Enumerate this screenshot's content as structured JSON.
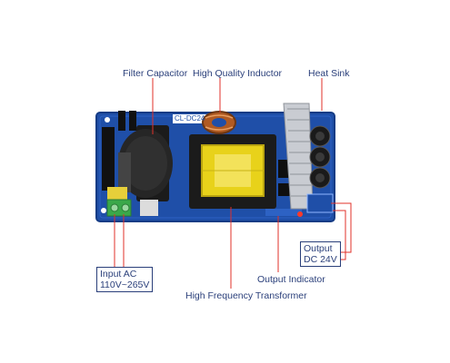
{
  "labels": {
    "filter_capacitor": "Filter Capacitor",
    "high_quality_inductor": "High Quality Inductor",
    "heat_sink": "Heat Sink",
    "input_ac_line1": "Input AC",
    "input_ac_line2": "110V~265V",
    "output_line1": "Output",
    "output_line2": "DC 24V",
    "output_indicator": "Output Indicator",
    "high_frequency_transformer": "High Frequency Transformer"
  },
  "board": {
    "silkscreen": "CL-DC24"
  },
  "colors": {
    "label_text": "#2a3f7a",
    "leader_line": "#e0302a",
    "pcb": "#1f4fa8",
    "pcb_dark": "#163c85",
    "transformer_core": "#e8d21a",
    "heat_sink": "#c9ccd2",
    "capacitor": "#1a1a1a",
    "terminal": "#3aa84a"
  }
}
